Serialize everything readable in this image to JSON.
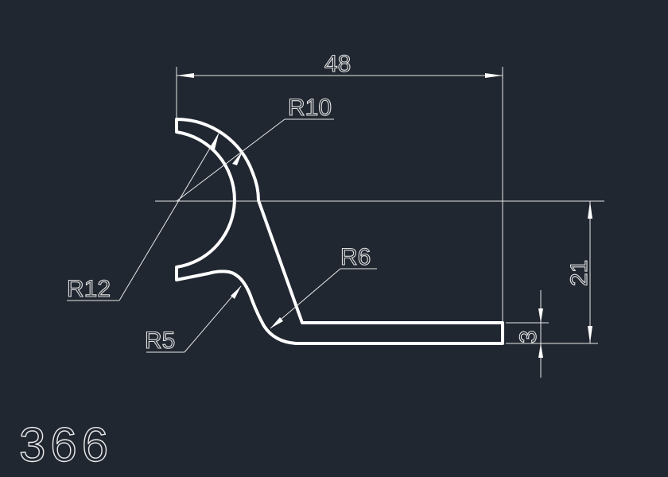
{
  "drawing": {
    "part_number": "366",
    "dimensions": {
      "width": "48",
      "height": "21",
      "thickness": "3",
      "radius_outer": "R12",
      "radius_inner": "R10",
      "radius_bottom_fillet": "R5",
      "radius_corner": "R6"
    },
    "colors": {
      "background": "#212731",
      "lines": "#ffffff"
    }
  }
}
